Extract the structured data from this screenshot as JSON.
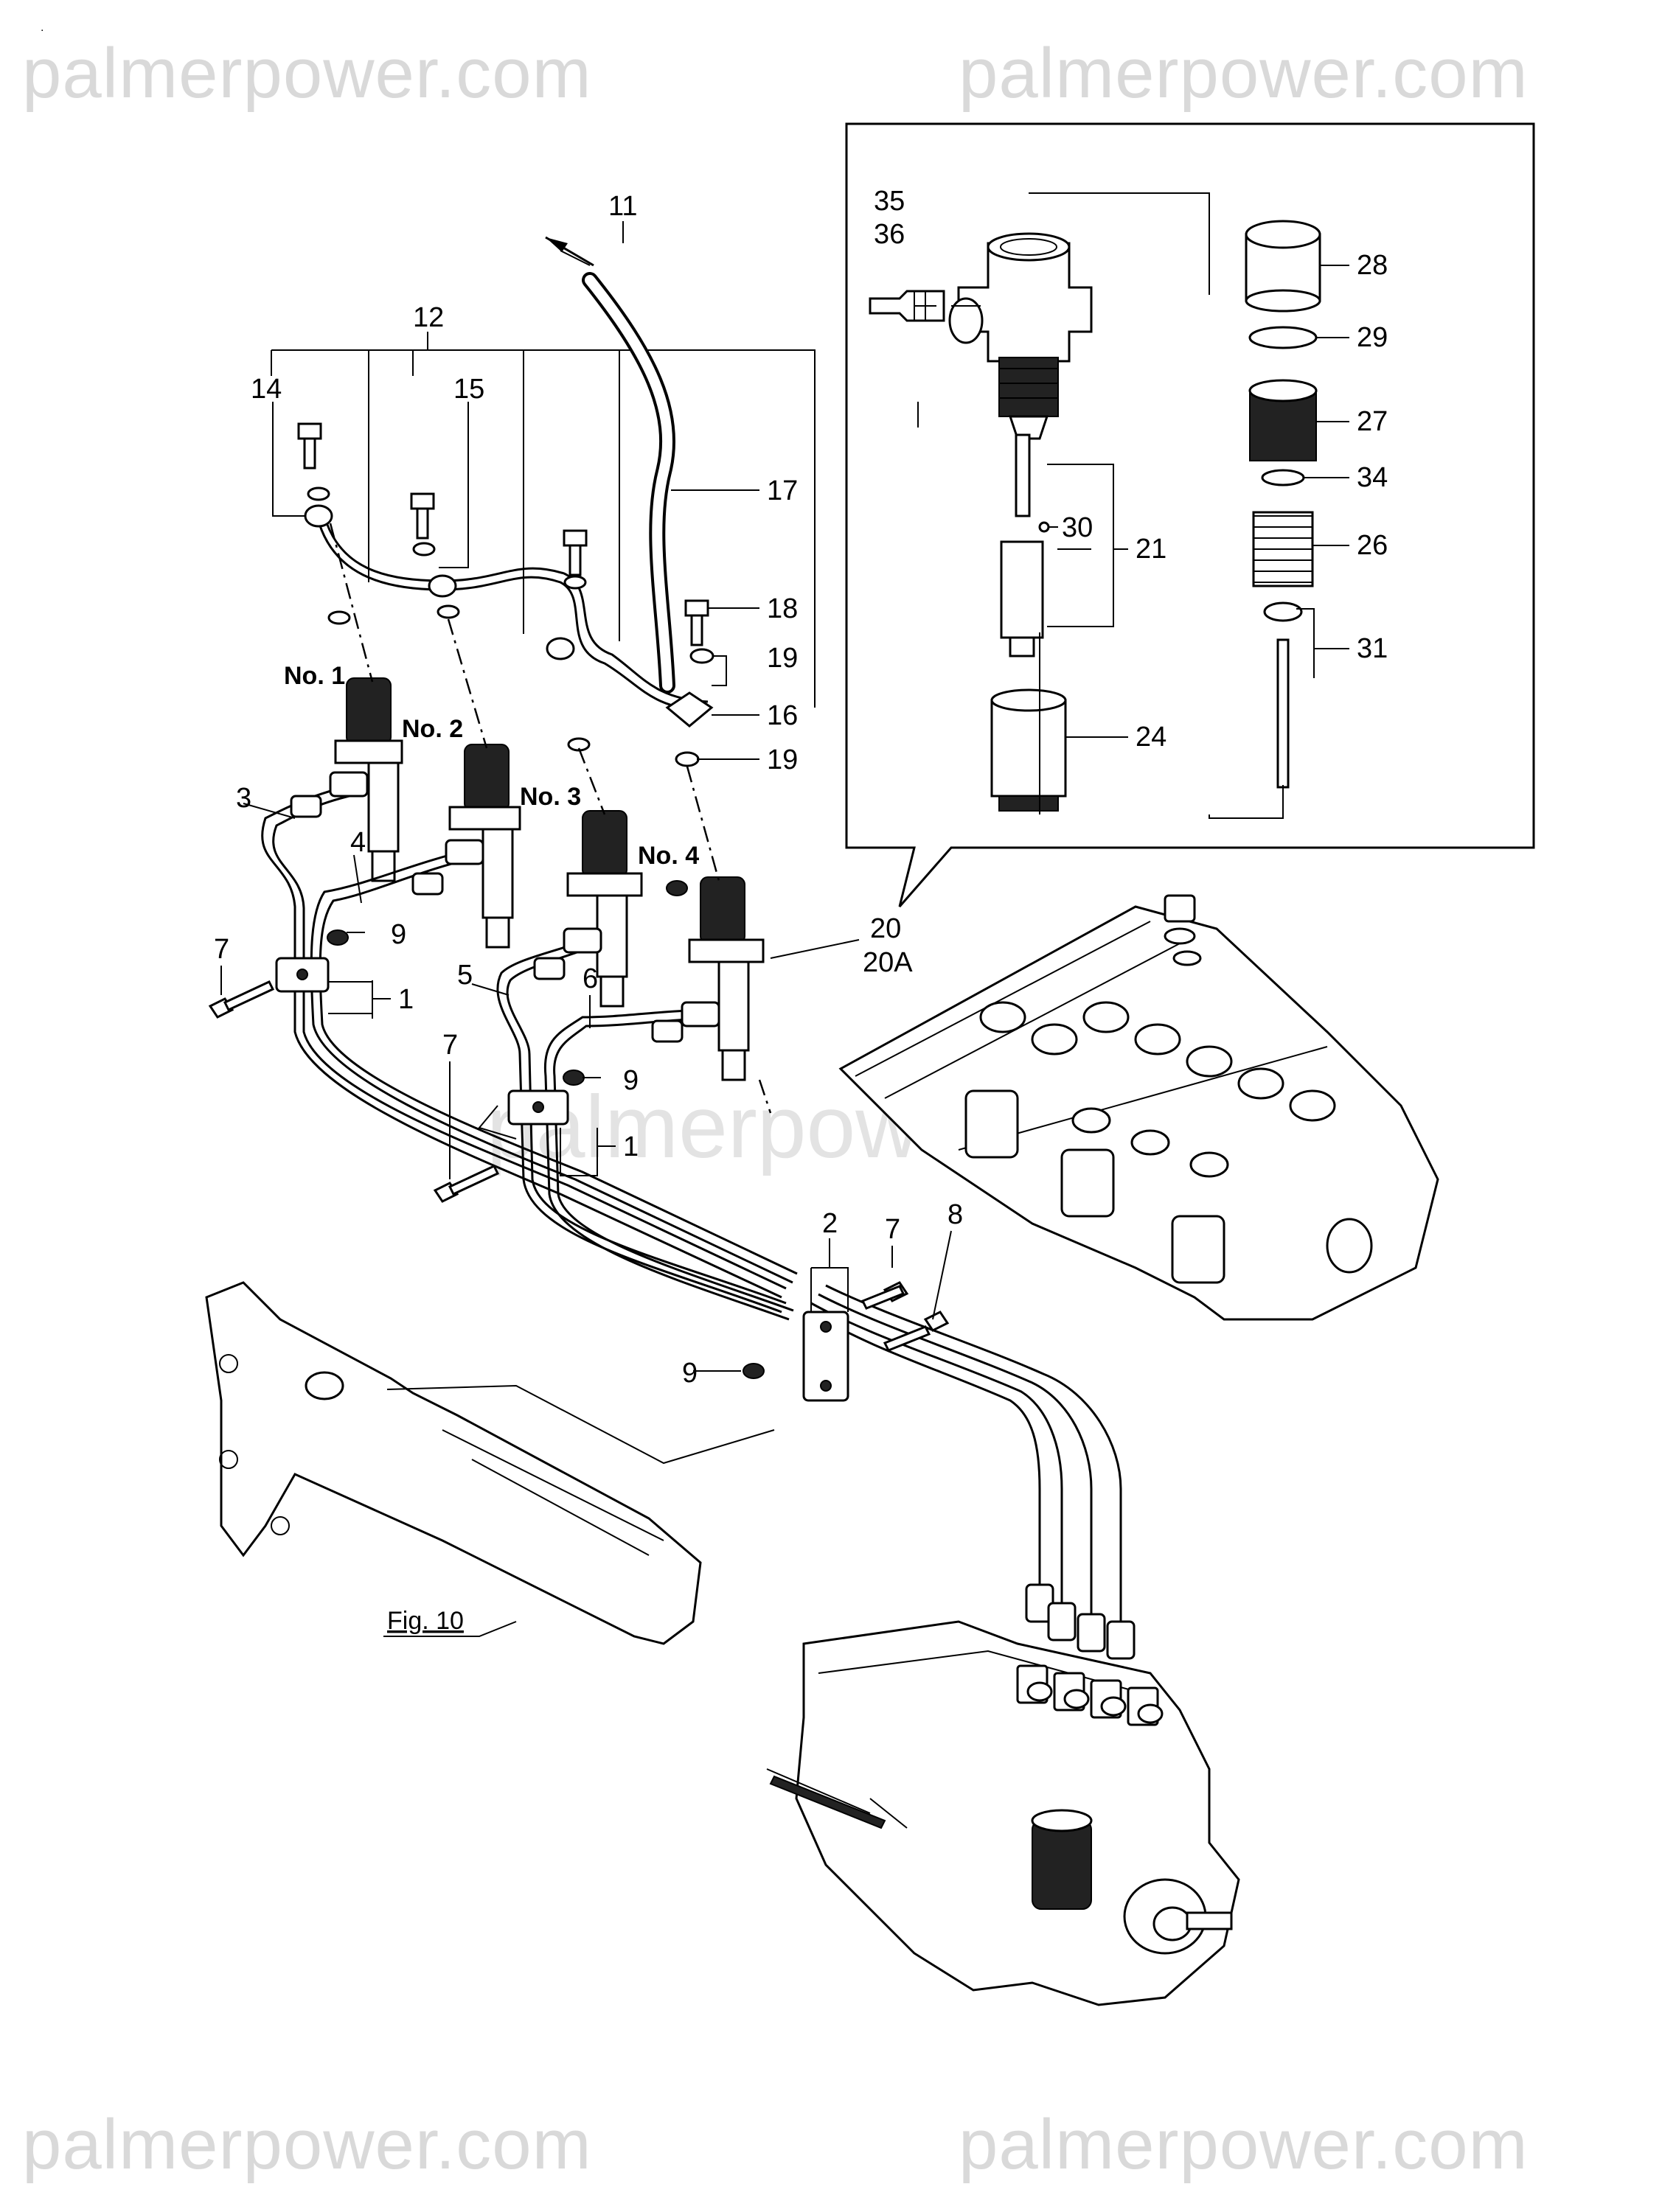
{
  "watermarks": {
    "top_left": "palmerpower.com",
    "top_right": "palmerpower.com",
    "bottom_left": "palmerpower.com",
    "bottom_right": "palmerpower.com",
    "middle": "palmerpower"
  },
  "figure_reference": "Fig. 10",
  "cylinder_labels": [
    "No. 1",
    "No. 2",
    "No. 3",
    "No. 4"
  ],
  "callouts": {
    "c1a": "1",
    "c1b": "1",
    "c2": "2",
    "c3": "3",
    "c4": "4",
    "c5": "5",
    "c6": "6",
    "c7a": "7",
    "c7b": "7",
    "c7c": "7",
    "c8": "8",
    "c9a": "9",
    "c9b": "9",
    "c9c": "9",
    "c11": "11",
    "c12": "12",
    "c14": "14",
    "c15": "15",
    "c16": "16",
    "c17": "17",
    "c18": "18",
    "c19a": "19",
    "c19b": "19",
    "c20": "20",
    "c20a": "20A",
    "c21": "21",
    "c24": "24",
    "c26": "26",
    "c27": "27",
    "c28": "28",
    "c29": "29",
    "c30": "30",
    "c31": "31",
    "c34": "34",
    "c35": "35",
    "c36": "36"
  }
}
